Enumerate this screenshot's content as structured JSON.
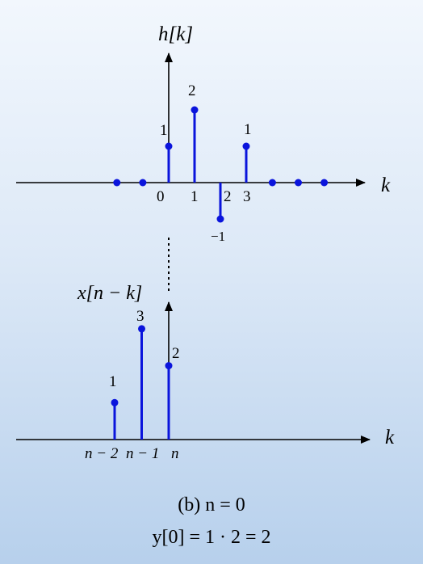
{
  "top_plot": {
    "y_axis_label": "h[k]",
    "x_axis_label": "k",
    "tick_labels": [
      "0",
      "1",
      "2",
      "3"
    ],
    "stems": [
      {
        "k": 0,
        "value": 1,
        "label": "1"
      },
      {
        "k": 1,
        "value": 2,
        "label": "2"
      },
      {
        "k": 2,
        "value": -1,
        "label": "−1"
      },
      {
        "k": 3,
        "value": 1,
        "label": "1"
      }
    ],
    "zero_points_k": [
      -2,
      -1,
      4,
      5,
      6
    ]
  },
  "bottom_plot": {
    "y_axis_label": "x[n − k]",
    "x_axis_label": "k",
    "tick_labels": [
      "n − 2",
      "n − 1",
      "n"
    ],
    "stems": [
      {
        "k": -2,
        "value": 1,
        "label": "1"
      },
      {
        "k": -1,
        "value": 3,
        "label": "3"
      },
      {
        "k": 0,
        "value": 2,
        "label": "2"
      }
    ]
  },
  "caption": {
    "line1": "(b) n = 0",
    "line2": "y[0] = 1 · 2 = 2"
  },
  "colors": {
    "stem": "#0a14dc",
    "axis": "#000000"
  }
}
